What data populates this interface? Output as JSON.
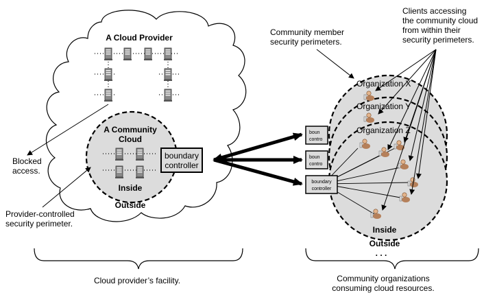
{
  "provider": {
    "title": "A Cloud Provider",
    "community_cloud_line1": "A Community",
    "community_cloud_line2": "Cloud",
    "inside_label": "Inside",
    "outside_label": "Outside",
    "boundary_controller_line1": "boundary",
    "boundary_controller_line2": "controller"
  },
  "annotations": {
    "blocked_line1": "Blocked",
    "blocked_line2": "access.",
    "provider_perimeter_line1": "Provider-controlled",
    "provider_perimeter_line2": "security perimeter.",
    "member_perimeters_line1": "Community member",
    "member_perimeters_line2": "security perimeters.",
    "clients_line1": "Clients accessing",
    "clients_line2": "the community cloud",
    "clients_line3": "from within their",
    "clients_line4": "security perimeters."
  },
  "organizations": {
    "x_label": "Organization X",
    "y_label": "Organization Y",
    "z_label": "Organization Z",
    "bc_small_line1": "boundary",
    "bc_small_line2": "controller",
    "bc_top_a": "boun",
    "bc_top_b": "contro",
    "bc_mid_a": "boun",
    "bc_mid_b": "contro",
    "inside_label": "Inside",
    "outside_label": "Outside",
    "ellipsis": ". . ."
  },
  "braces": {
    "left_caption": "Cloud provider’s facility.",
    "right_caption_line1": "Community organizations",
    "right_caption_line2": "consuming cloud resources."
  },
  "colors": {
    "inner_fill": "#dcdcdc",
    "stroke": "#000000",
    "server": "#8a8a8a",
    "client_body": "#b5805a",
    "client_head": "#e3b48c"
  }
}
